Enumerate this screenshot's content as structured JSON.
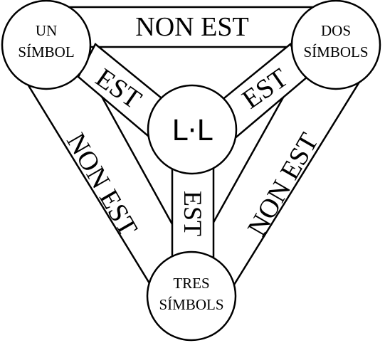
{
  "nodes": {
    "top_left": {
      "line1": "UN",
      "line2": "SÍMBOL"
    },
    "top_right": {
      "line1": "DOS",
      "line2": "SÍMBOLS"
    },
    "bottom": {
      "line1": "TRES",
      "line2": "SÍMBOLS"
    },
    "center": {
      "label": "L·L"
    }
  },
  "bands": {
    "top": "NON EST",
    "left": "NON EST",
    "right": "NON EST",
    "spoke_left": "EST",
    "spoke_right": "EST",
    "spoke_bottom": "EST"
  }
}
